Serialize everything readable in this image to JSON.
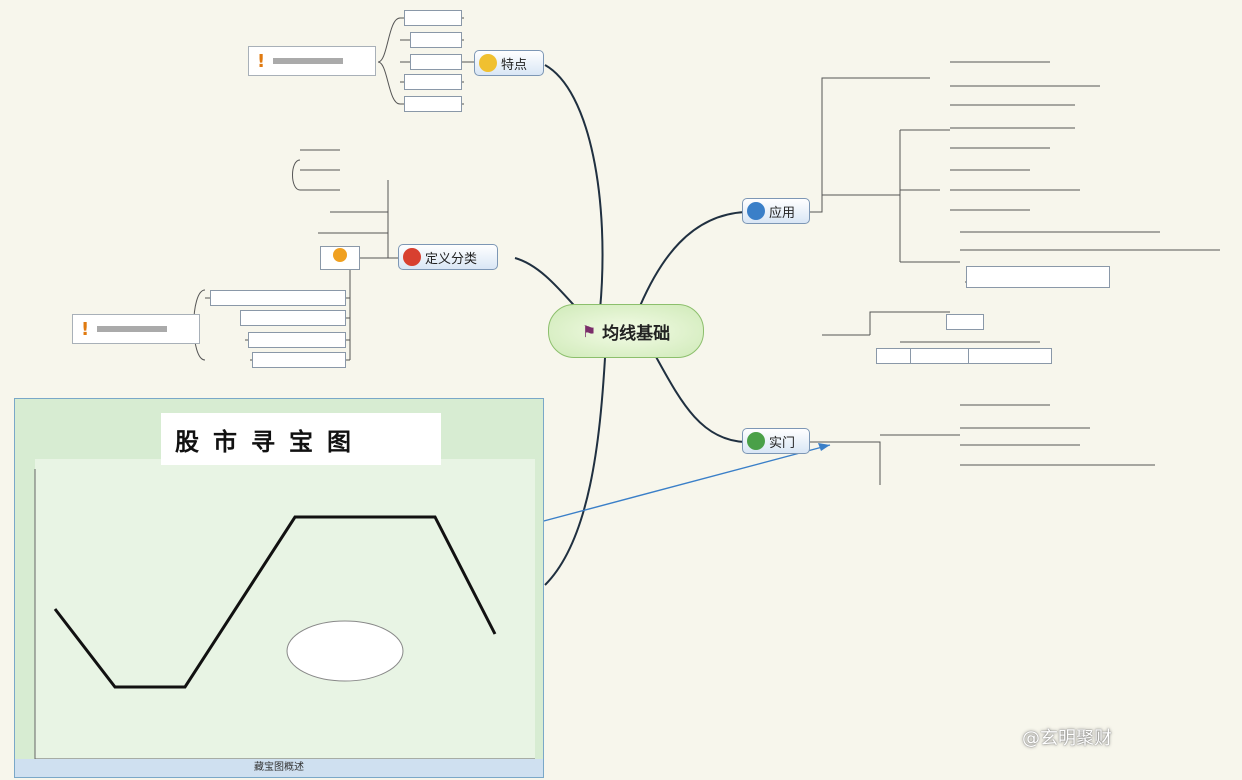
{
  "center": {
    "title": "均线基础",
    "icon": "flag-icon"
  },
  "branches": [
    {
      "id": "tedian",
      "label": "特点",
      "icon": "smiley-icon",
      "color": "#f0c030"
    },
    {
      "id": "dingyi",
      "label": "定义分类",
      "icon": "number-1-icon",
      "color": "#d84030"
    },
    {
      "id": "yingyong",
      "label": "应用",
      "icon": "number-2-icon",
      "color": "#3a7fc8"
    },
    {
      "id": "shizhan",
      "label": "实门",
      "icon": "number-3-icon",
      "color": "#4aa048"
    }
  ],
  "chart_image": {
    "title": "股市寻宝图",
    "footer": "藏宝图概述"
  },
  "watermark": "@玄明聚财"
}
